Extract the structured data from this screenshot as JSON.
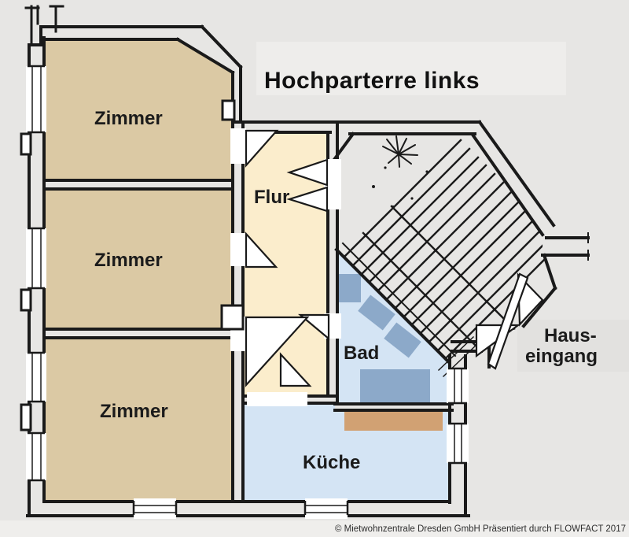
{
  "title": "Hochparterre links",
  "labels": {
    "zimmer1": "Zimmer",
    "zimmer2": "Zimmer",
    "zimmer3": "Zimmer",
    "flur": "Flur",
    "bad": "Bad",
    "kueche": "Küche",
    "hauseingang_line1": "Haus-",
    "hauseingang_line2": "eingang"
  },
  "footer": {
    "copyright": "© Mietwohnzentrale Dresden GmbH Präsentiert durch FLOWFACT 2017"
  },
  "colors": {
    "background": "#e7e6e4",
    "title_band": "#eeedeb",
    "entry_band": "#e2e1df",
    "footer_band": "#efeeec",
    "wall": "#1a1a1a",
    "zimmer_fill": "#dbc9a4",
    "flur_fill": "#fbedcc",
    "wet_room_fill": "#d4e4f4",
    "fixture_fill": "#8ca9c9",
    "counter_fill": "#d1a173"
  }
}
